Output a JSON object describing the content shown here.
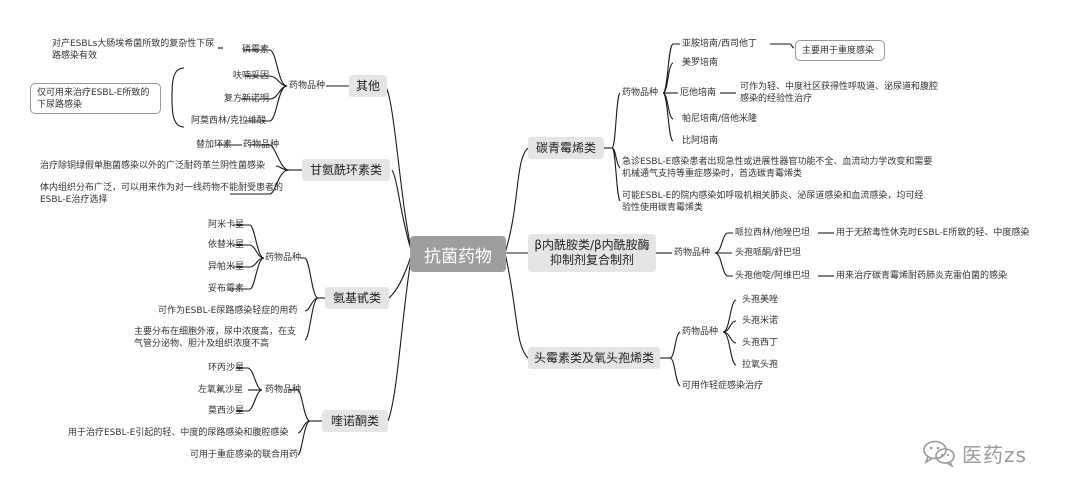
{
  "root": "抗菌药物",
  "branches": {
    "qita": {
      "label": "其他",
      "category": "药物品种",
      "items": [
        "磷霉素",
        "呋喃妥因",
        "复方新诺明",
        "阿莫西林/克拉维酸"
      ],
      "fosfomycin_note": "对产ESBLs大肠埃希菌所致的复杂性下尿路感染有效",
      "callout": "仅可用来治疗ESBL-E所致的下尿路感染"
    },
    "gan": {
      "label": "甘氨酰环素类",
      "drug": "替加环素",
      "category": "药物品种",
      "note1": "治疗除铜绿假单胞菌感染以外的广泛耐药革兰阴性菌感染",
      "note2": "体内组织分布广泛，可以用来作为对一线药物不能耐受患者的ESBL-E治疗选择"
    },
    "an": {
      "label": "氨基甙类",
      "category": "药物品种",
      "items": [
        "阿米卡星",
        "依替米星",
        "异帕米星",
        "妥布霉素"
      ],
      "note1": "可作为ESBL-E尿路感染轻症的用药",
      "note2": "主要分布在细胞外液，尿中浓度高，在支气管分泌物、胆汁及组织浓度不高"
    },
    "kui": {
      "label": "喹诺酮类",
      "category": "药物品种",
      "items": [
        "环丙沙星",
        "左氧氟沙星",
        "莫西沙星"
      ],
      "note1": "用于治疗ESBL-E引起的轻、中度的尿路感染和腹腔感染",
      "note2": "可用于重症感染的联合用药"
    },
    "tan": {
      "label": "碳青霉烯类",
      "category": "药物品种",
      "items": [
        "亚胺培南/西司他丁",
        "美罗培南",
        "厄他培南",
        "帕尼培南/倍他米隆",
        "比阿培南"
      ],
      "callout": "主要用于重度感染",
      "ertapenem_note": "可作为轻、中度社区获得性呼吸道、泌尿道和腹腔感染的经验性治疗",
      "note1": "急诊ESBL-E感染患者出现急性或进展性器官功能不全、血流动力学改变和需要机械通气支持等重症感染时，首选碳青霉烯类",
      "note2": "可能ESBL-E的院内感染如呼吸机相关肺炎、泌尿道感染和血流感染，均可经验性使用碳青霉烯类"
    },
    "beta": {
      "label": "β内酰胺类/β内酰胺酶抑制剂复合制剂",
      "category": "药物品种",
      "items": [
        "哌拉西林/他唑巴坦",
        "头孢哌酮/舒巴坦",
        "头孢他啶/阿维巴坦"
      ],
      "pip_note": "用于无脓毒性休克时ESBL-E所致的轻、中度感染",
      "caz_note": "用来治疗碳青霉烯耐药肺炎克雷伯菌的感染"
    },
    "tou": {
      "label": "头霉素类及氧头孢烯类",
      "category": "药物品种",
      "items": [
        "头孢美唑",
        "头孢米诺",
        "头孢西丁",
        "拉氧头孢"
      ],
      "note": "可用作轻症感染治疗"
    }
  },
  "watermark": "医药zs",
  "colors": {
    "line": "#1a1a1a",
    "branch_box": "#e5e5e5",
    "root_box": "#9e9e9e"
  }
}
